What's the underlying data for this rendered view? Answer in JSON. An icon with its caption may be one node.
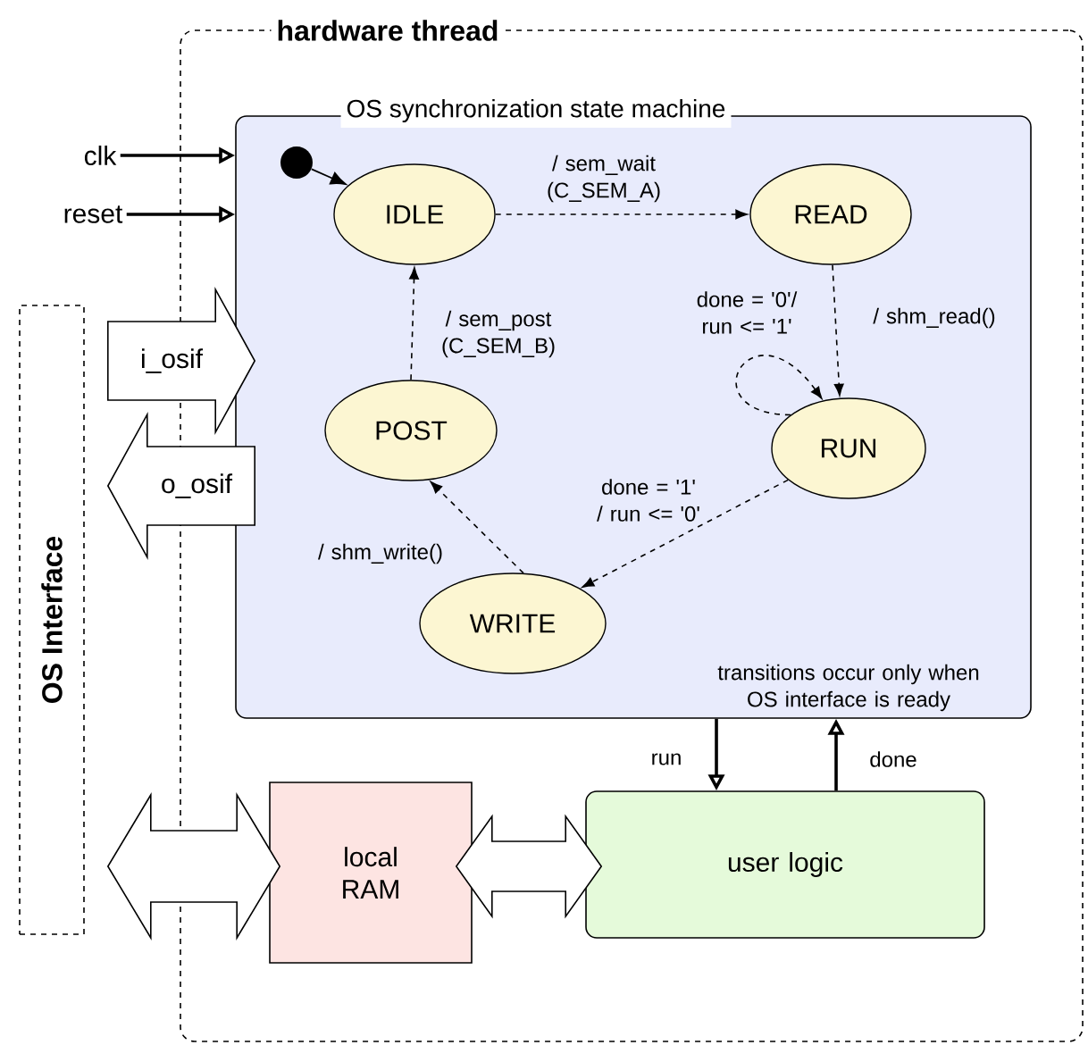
{
  "diagram": {
    "nodes": [
      {
        "text": [
          "hardware thread"
        ]
      },
      {
        "text": [
          "OS synchronization state machine",
          "transitions occur only when OS interface is ready"
        ],
        "in": 0
      },
      {
        "text": [],
        "shape": "circle",
        "in": 1
      },
      {
        "text": [
          "IDLE"
        ],
        "in": 1
      },
      {
        "text": [
          "READ"
        ],
        "in": 1
      },
      {
        "text": [
          "POST"
        ],
        "in": 1
      },
      {
        "text": [
          "RUN"
        ],
        "in": 1
      },
      {
        "text": [
          "WRITE"
        ],
        "in": 1
      },
      {
        "text": [
          "clk"
        ]
      },
      {
        "text": [
          "reset"
        ]
      },
      {
        "text": [
          "OS Interface"
        ]
      },
      {
        "text": [
          "local RAM"
        ],
        "in": 0
      },
      {
        "text": [
          "user logic"
        ],
        "in": 0
      }
    ],
    "edges": [
      {
        "from": 2,
        "to": 3,
        "arrow": "to"
      },
      {
        "from": 3,
        "to": 4,
        "arrow": "to",
        "style": "dashed",
        "label": "/ sem_wait (C_SEM_A)"
      },
      {
        "from": 4,
        "to": 6,
        "arrow": "to",
        "style": "dashed",
        "label": "/ shm_read()"
      },
      {
        "from": 6,
        "to": 6,
        "arrow": "to",
        "style": "dashed",
        "label": "done = '0'/ run <= '1'"
      },
      {
        "from": 6,
        "to": 7,
        "arrow": "to",
        "style": "dashed",
        "label": "done = '1' / run <= '0'"
      },
      {
        "from": 7,
        "to": 5,
        "arrow": "to",
        "style": "dashed",
        "label": "/ shm_write()"
      },
      {
        "from": 5,
        "to": 3,
        "arrow": "to",
        "style": "dashed",
        "label": "/ sem_post (C_SEM_B)"
      },
      {
        "from": 8,
        "to": 1,
        "arrow": "to"
      },
      {
        "from": 9,
        "to": 1,
        "arrow": "to"
      },
      {
        "from": 10,
        "to": 1,
        "arrow": "to",
        "style": "thick",
        "label": "i_osif"
      },
      {
        "from": 1,
        "to": 10,
        "arrow": "to",
        "style": "thick",
        "label": "o_osif"
      },
      {
        "from": 10,
        "to": 11,
        "arrow": "both",
        "style": "thick"
      },
      {
        "from": 11,
        "to": 12,
        "arrow": "both",
        "style": "thick"
      },
      {
        "from": 1,
        "to": 12,
        "arrow": "to",
        "label": "run"
      },
      {
        "from": 12,
        "to": 1,
        "arrow": "to",
        "label": "done"
      }
    ]
  }
}
